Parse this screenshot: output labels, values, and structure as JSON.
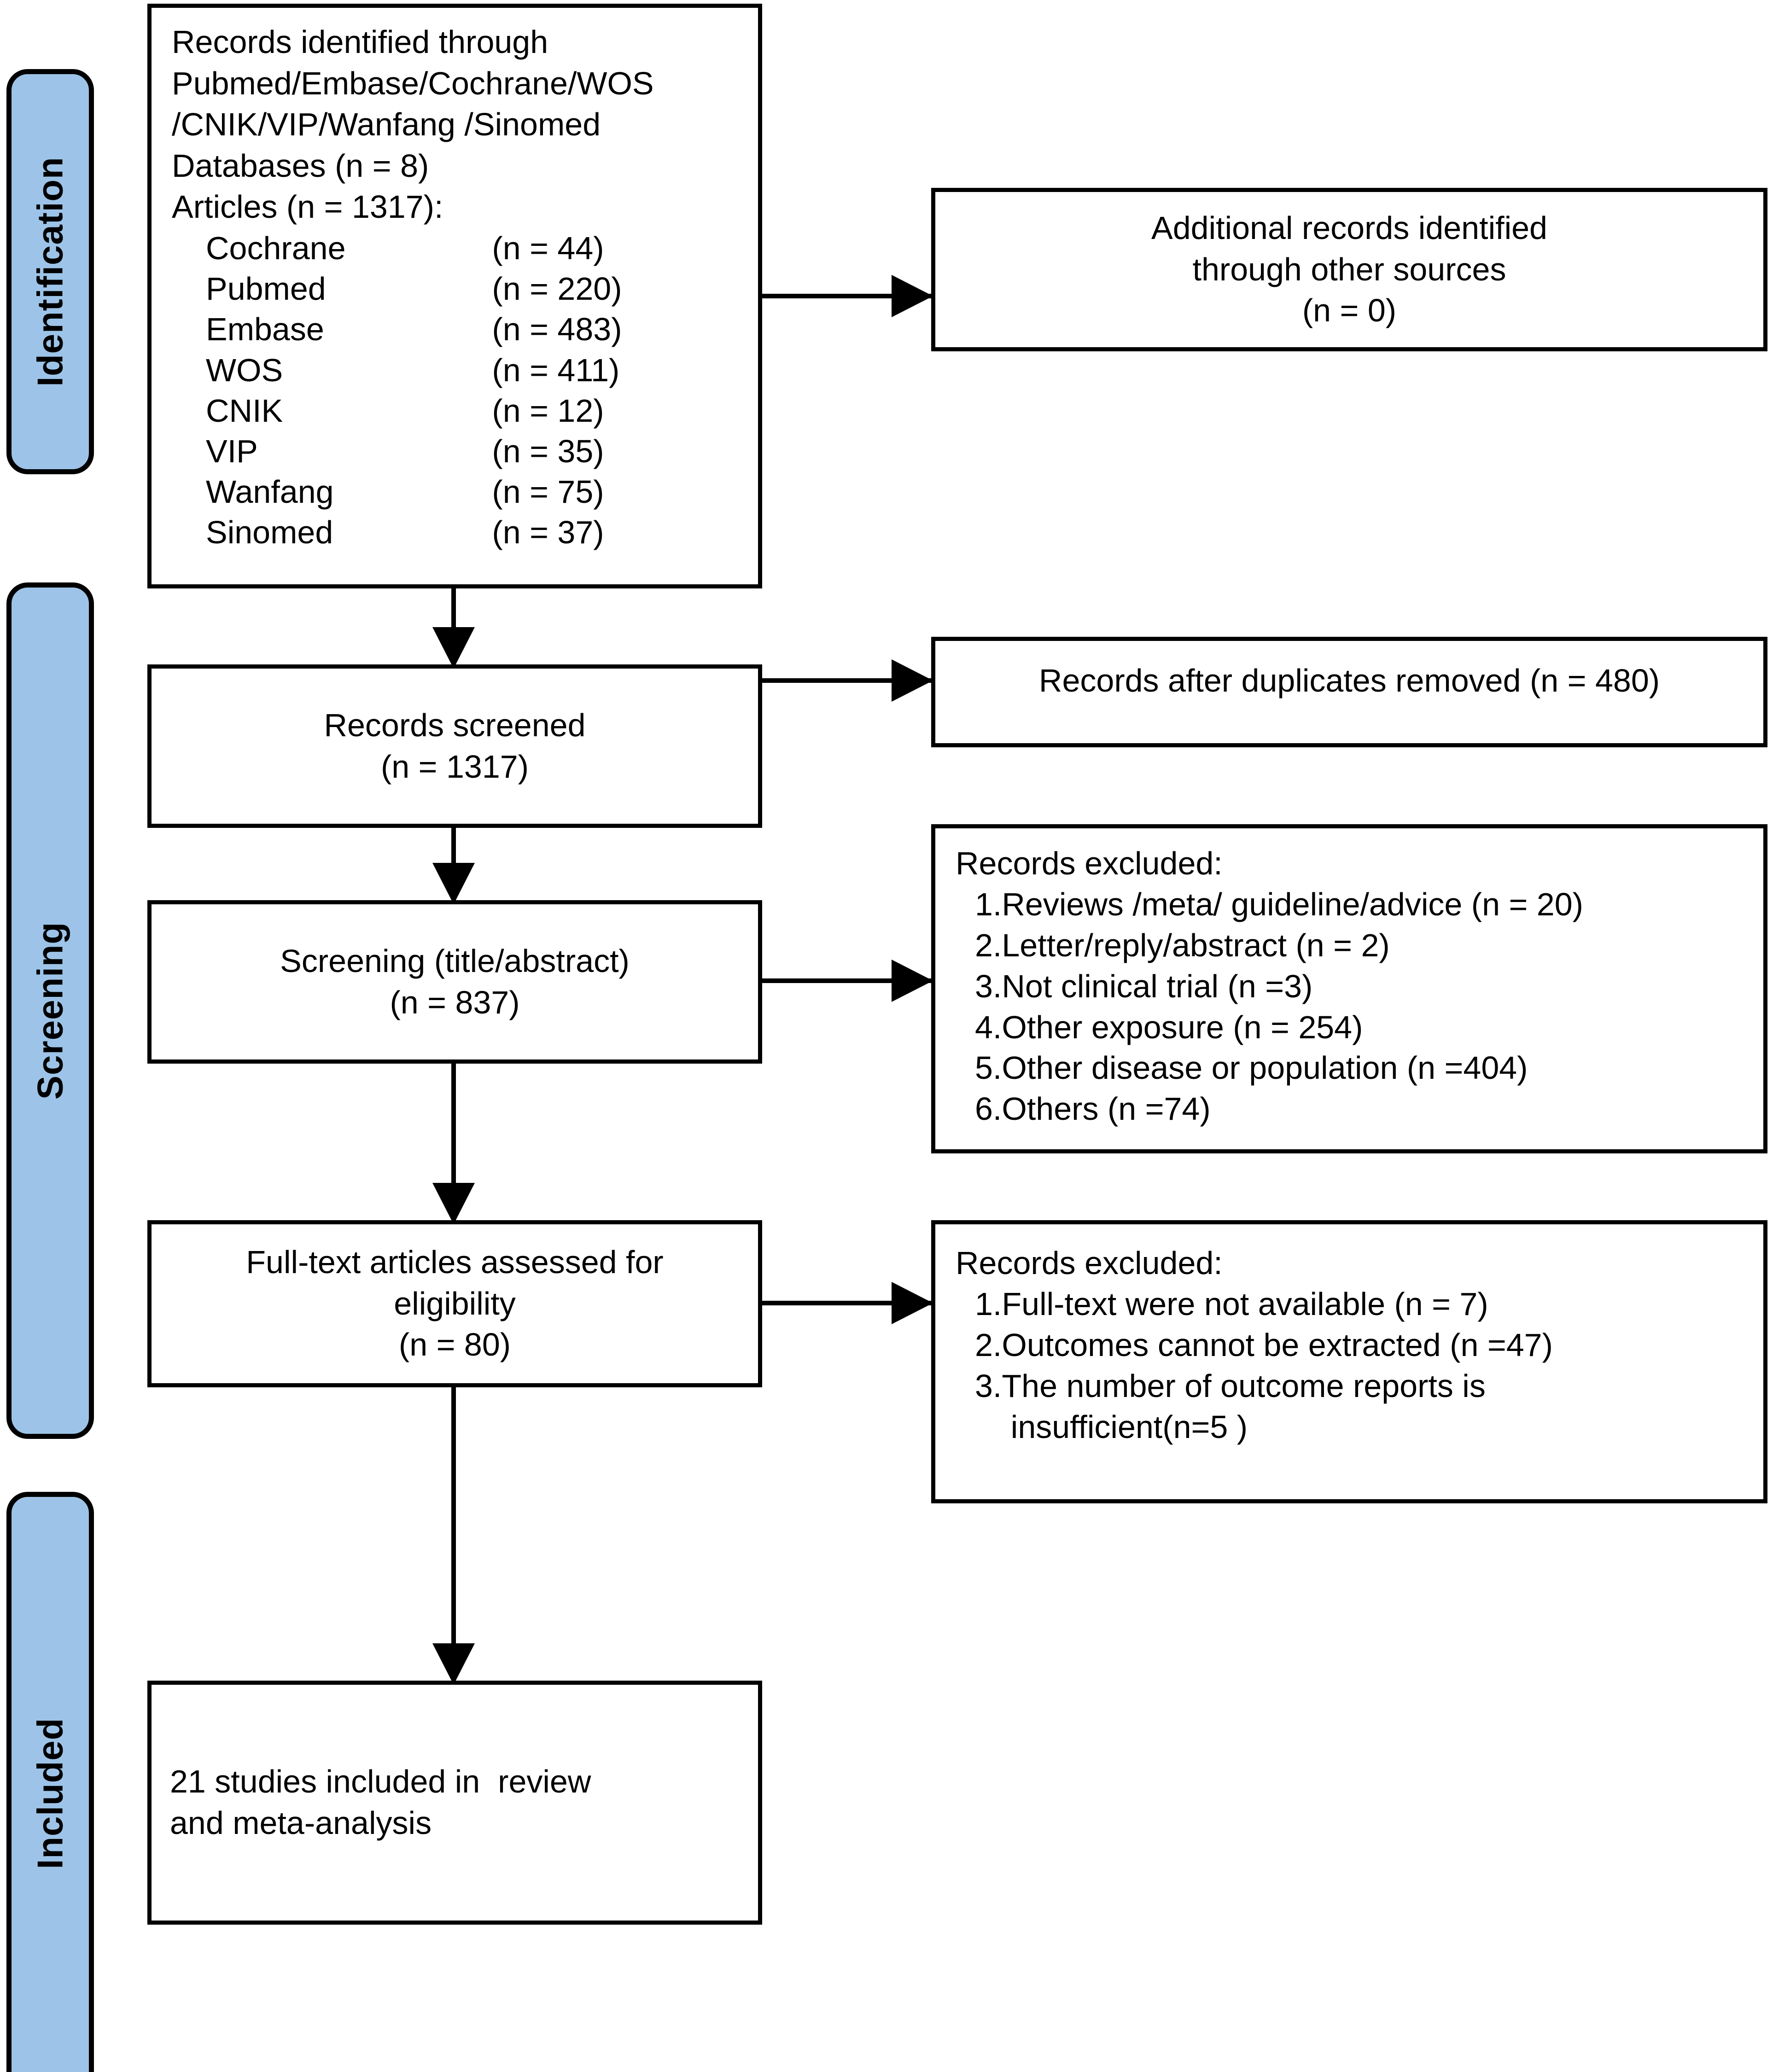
{
  "figure": {
    "type": "prisma-flow-diagram"
  },
  "stages": [
    {
      "key": "identification",
      "label": "Identification"
    },
    {
      "key": "screening",
      "label": "Screening"
    },
    {
      "key": "included",
      "label": "Included"
    }
  ],
  "boxes": {
    "records_identified": {
      "heading_lines": "Records identified through\nPubmed/Embase/Cochrane/WOS\n/CNIK/VIP/Wanfang /Sinomed\nDatabases (n = 8)\nArticles (n = 1317):",
      "databases": [
        {
          "name": "Cochrane",
          "count": "(n = 44)"
        },
        {
          "name": "Pubmed",
          "count": "(n = 220)"
        },
        {
          "name": "Embase",
          "count": "(n = 483)"
        },
        {
          "name": "WOS",
          "count": "(n = 411)"
        },
        {
          "name": "CNIK",
          "count": "(n = 12)"
        },
        {
          "name": "VIP",
          "count": "(n = 35)"
        },
        {
          "name": "Wanfang",
          "count": "(n = 75)"
        },
        {
          "name": "Sinomed",
          "count": "(n = 37)"
        }
      ]
    },
    "additional_records": {
      "text": "Additional records identified\nthrough other sources\n(n = 0)"
    },
    "records_screened": {
      "text": "Records screened\n(n = 1317)"
    },
    "duplicates_removed": {
      "text": "Records after duplicates removed (n = 480)"
    },
    "screening_title_abstract": {
      "text": "Screening (title/abstract)\n(n = 837)"
    },
    "excluded_screening": {
      "heading": "Records excluded:",
      "items": [
        "1.Reviews /meta/ guideline/advice (n = 20)",
        "2.Letter/reply/abstract (n = 2)",
        "3.Not clinical trial (n =3)",
        "4.Other exposure (n = 254)",
        "5.Other disease or population (n =404)",
        "6.Others (n =74)"
      ]
    },
    "fulltext_assessed": {
      "text": "Full-text articles assessed for\neligibility\n(n = 80)"
    },
    "excluded_fulltext": {
      "heading": "Records excluded:",
      "items": [
        "1.Full-text were not available (n = 7)",
        "2.Outcomes cannot be extracted (n =47)",
        "3.The number of outcome reports is\n    insufficient(n=5 )"
      ]
    },
    "studies_included": {
      "text": "21 studies included in  review\nand meta-analysis"
    }
  },
  "colors": {
    "stage_bar_fill": "#9DC4E8",
    "stroke": "#000000",
    "box_fill": "#FFFFFF"
  }
}
